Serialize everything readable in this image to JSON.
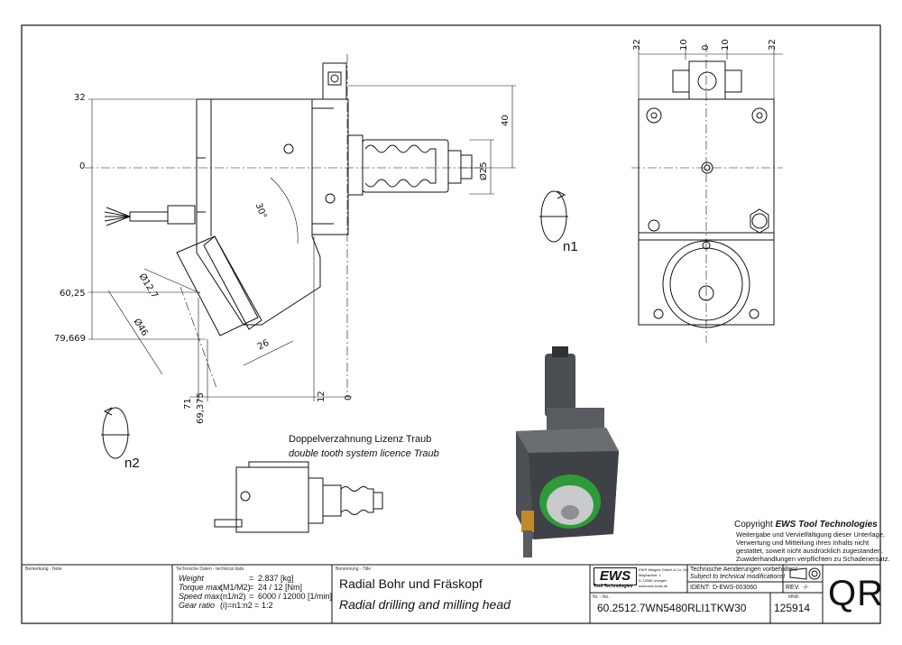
{
  "drawing": {
    "dimensions_left": {
      "d32": "32",
      "d0": "0",
      "d60_25": "60,25",
      "d79_669": "79,669",
      "d71": "71",
      "d69_375": "69,375",
      "d12": "12",
      "d0_bottom": "0",
      "d26": "26",
      "d12_7": "Ø12,7",
      "d46": "Ø46",
      "angle30": "30°",
      "d40": "40",
      "d25": "Ø25"
    },
    "dimensions_top": {
      "d32a": "32",
      "d10a": "10",
      "d0": "0",
      "d10b": "10",
      "d32b": "32"
    },
    "rotation_labels": {
      "n1": "n1",
      "n2": "n2"
    },
    "note_de": "Doppelverzahnung Lizenz Traub",
    "note_en": "double tooth system licence Traub",
    "copyright": {
      "heading_prefix": "Copyright ",
      "heading_brand": "EWS Tool Technologies",
      "lines": [
        "Weitergabe und Vervielfältigung dieser Unterlage,",
        "Verwertung und Mitteilung ihres Inhalts nicht",
        "gestattet, soweit nicht ausdrücklich zugestanden.",
        "Zuwiderhandlungen verpflichten zu Schadenersatz."
      ]
    }
  },
  "title_block": {
    "remarks_label": "Bemerkung - Note",
    "tech_label": "Technische Daten - technical data",
    "tech_rows": [
      {
        "label": "Weight",
        "sep": "=",
        "value": "2.837 [kg]"
      },
      {
        "label": "Torque max.",
        "sub": "(M1/M2)",
        "sep": "=",
        "value": "24 / 12 [Nm]"
      },
      {
        "label": "Speed max.",
        "sub": "(n1/n2)",
        "sep": "=",
        "value": "6000 / 12000 [1/min]"
      },
      {
        "label": "Gear ratio",
        "sub": "(i)=n1:n2",
        "sep": "=",
        "value": "1:2"
      }
    ],
    "name_label": "Benennung - Title",
    "title_de": "Radial Bohr und Fräskopf",
    "title_en": "Radial drilling and milling head",
    "logo_text": "EWS",
    "logo_sub": "Tool Technologies",
    "company_lines": [
      "EWS Weigele GmbH & Co. KG",
      "Maybachstr. 1",
      "D-73066 Uhingen",
      "www.ews-tools.de"
    ],
    "change_de": "Technische Aenderungen vorbehalten!",
    "change_en": "Subject to technical modifications!",
    "ident_label": "IDENT:",
    "ident_value": "D-EWS-003060",
    "rev_label": "REV.",
    "rev_value": "-/-",
    "nr_label": "Nr. - No.",
    "part_number": "60.2512.7WN5480RLI1TKW30",
    "mnr_label": "MNR.",
    "mnr_value": "125914",
    "qr": "QR"
  }
}
